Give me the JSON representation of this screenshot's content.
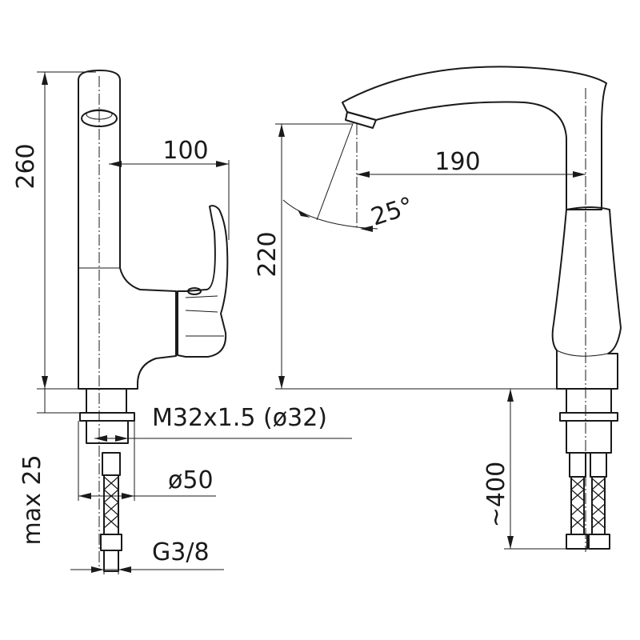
{
  "dimensions": {
    "height_total": "260",
    "handle_reach": "100",
    "spout_reach": "190",
    "spout_angle": "25°",
    "spout_height": "220",
    "thread": "M32x1.5 (ø32)",
    "base_diameter": "ø50",
    "max_deck": "max 25",
    "hose_length": "~400",
    "connector": "G3/8"
  }
}
